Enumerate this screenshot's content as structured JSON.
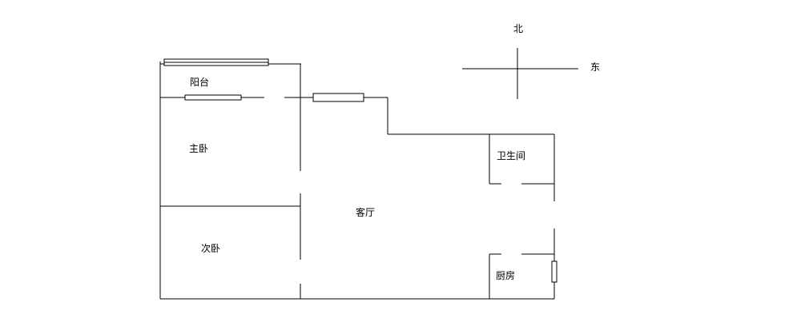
{
  "compass": {
    "north": "北",
    "east": "东"
  },
  "rooms": {
    "balcony": "阳台",
    "master_bedroom": "主卧",
    "second_bedroom": "次卧",
    "living_room": "客厅",
    "bathroom": "卫生间",
    "kitchen": "厨房"
  }
}
